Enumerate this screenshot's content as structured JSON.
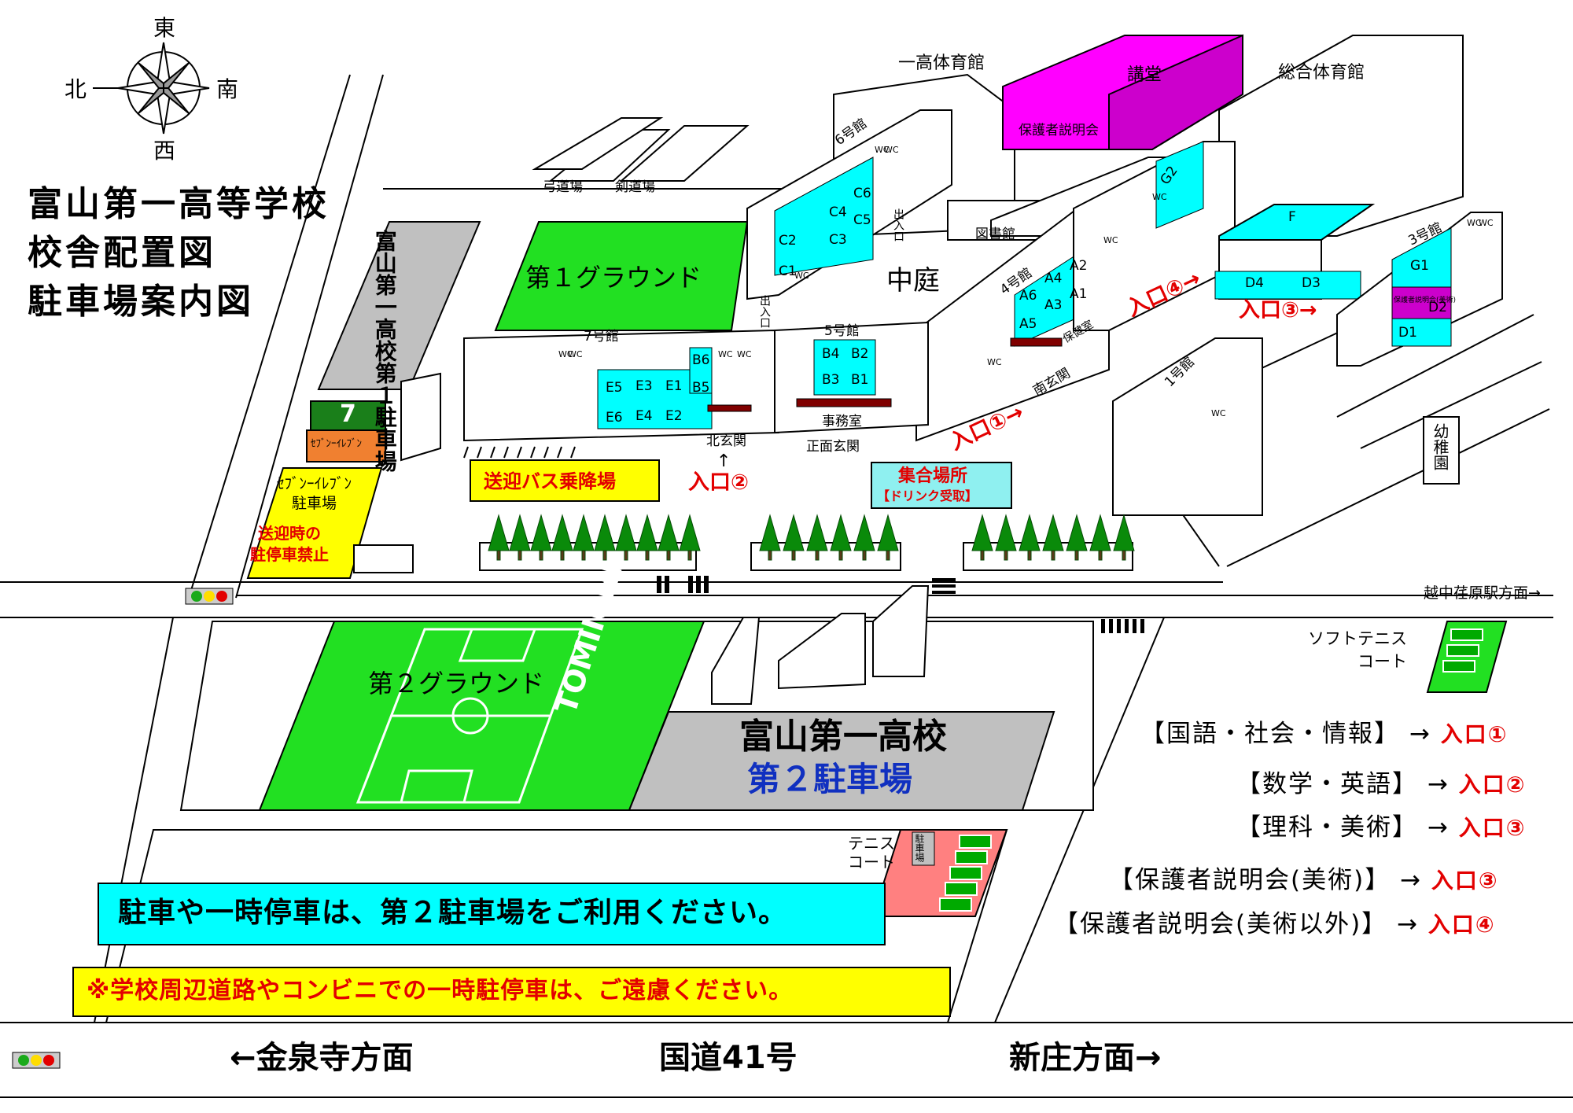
{
  "compass": {
    "north": "北",
    "south": "南",
    "east": "東",
    "west": "西"
  },
  "title": {
    "line1": "富山第一高等学校",
    "line2": "校舎配置図",
    "line3": "駐車場案内図"
  },
  "parking1": {
    "label": "富山第一高校第１駐車場"
  },
  "seven_eleven": {
    "logo": "7",
    "name": "ｾﾌﾞﾝｰｲﾚﾌﾞﾝ",
    "parking_label": "ｾﾌﾞﾝｰｲﾚﾌﾞﾝ\n駐車場",
    "warning": "送迎時の\n駐停車禁止"
  },
  "facilities": {
    "kyudojo": "弓道場",
    "kendojo": "剣道場",
    "gym1": "一高体育館",
    "kodo": "講堂",
    "parent_meeting": "保護者説明会",
    "general_gym": "総合体育館",
    "courtyard": "中庭",
    "library": "図書館",
    "ground1": "第１グラウンド",
    "ground2": "第２グラウンド",
    "tomiichi": "TOMIICHI",
    "kindergarten": "幼稚園",
    "infirmary": "保健室",
    "office": "事務室",
    "front_entrance": "正面玄関",
    "north_entrance": "北玄関",
    "south_entrance": "南玄関",
    "exit_entry": "出入口",
    "tennis": "テニス\nコート",
    "tennis_parking": "駐車場",
    "soft_tennis": "ソフトテニス\nコート",
    "parent_meeting_art": "保護者説明会(美術)"
  },
  "buildings": {
    "b1": "1号館",
    "b3": "3号館",
    "b4": "4号館",
    "b5": "5号館",
    "b6": "6号館",
    "b7": "7号館"
  },
  "rooms": {
    "c1": "C1",
    "c2": "C2",
    "c3": "C3",
    "c4": "C4",
    "c5": "C5",
    "c6": "C6",
    "a1": "A1",
    "a2": "A2",
    "a3": "A3",
    "a4": "A4",
    "a5": "A5",
    "a6": "A6",
    "b1": "B1",
    "b2": "B2",
    "b3": "B3",
    "b4": "B4",
    "b5": "B5",
    "b6": "B6",
    "e1": "E1",
    "e2": "E2",
    "e3": "E3",
    "e4": "E4",
    "e5": "E5",
    "e6": "E6",
    "d1": "D1",
    "d2": "D2",
    "d3": "D3",
    "d4": "D4",
    "g1": "G1",
    "g2": "G2",
    "f": "F",
    "wc": "WC"
  },
  "entrances": {
    "e1": "入口①→",
    "e2": "入口②",
    "e3": "入口③→",
    "e4": "入口④→",
    "e2_arrow": "↑"
  },
  "bus_stop": "送迎バス乗降場",
  "assembly": {
    "title": "集合場所",
    "sub": "【ドリンク受取】"
  },
  "station_direction": "越中荏原駅方面→",
  "parking2": {
    "line1": "富山第一高校",
    "line2": "第２駐車場"
  },
  "legend": [
    {
      "subject": "【国語・社会・情報】",
      "arrow": "→",
      "entrance": "入口①"
    },
    {
      "subject": "【数学・英語】",
      "arrow": "→",
      "entrance": "入口②"
    },
    {
      "subject": "【理科・美術】",
      "arrow": "→",
      "entrance": "入口③"
    },
    {
      "subject": "【保護者説明会(美術)】",
      "arrow": "→",
      "entrance": "入口③"
    },
    {
      "subject": "【保護者説明会(美術以外)】",
      "arrow": "→",
      "entrance": "入口④"
    }
  ],
  "notice1": "駐車や一時停車は、第２駐車場をご利用ください。",
  "notice2": "※学校周辺道路やコンビニでの一時駐停車は、ご遠慮ください。",
  "bottom": {
    "left": "←金泉寺方面",
    "center": "国道41号",
    "right": "新庄方面→"
  },
  "colors": {
    "cyan": "#00ffff",
    "green": "#00ff00",
    "magenta": "#ff00ff",
    "yellow": "#ffff00",
    "gray": "#c0c0c0",
    "pink": "#ff8080",
    "red": "#e30000"
  }
}
